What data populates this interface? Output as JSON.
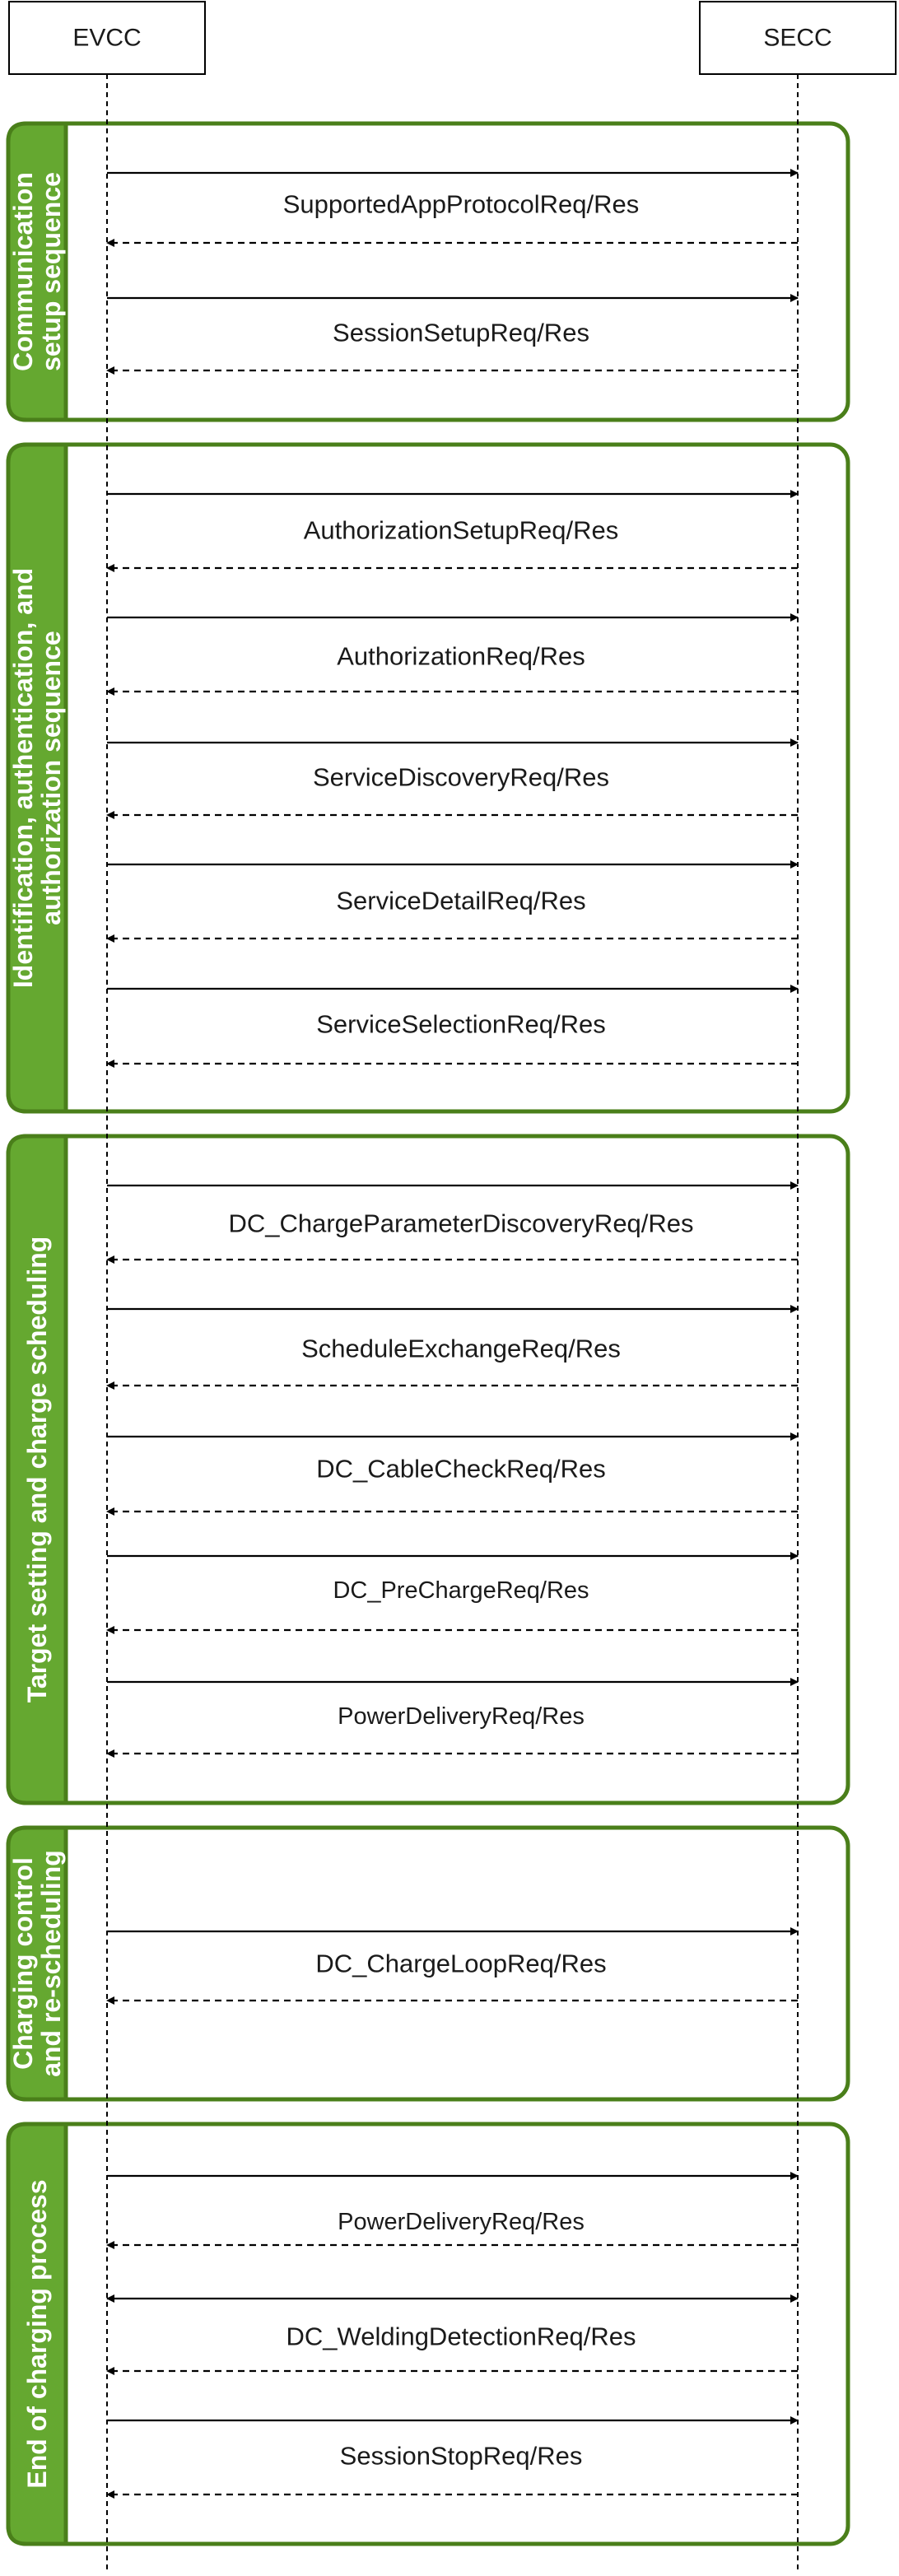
{
  "participants": {
    "evcc": "EVCC",
    "secc": "SECC"
  },
  "colors": {
    "phase_border": "#4a7f1a",
    "phase_header": "#65a830",
    "phase_header_text": "#ffffff",
    "line": "#000000",
    "text": "#1a1a1a"
  },
  "phases": [
    {
      "label_lines": [
        "Communication",
        "setup sequence"
      ],
      "messages": [
        "SupportedAppProtocolReq/Res",
        "SessionSetupReq/Res"
      ]
    },
    {
      "label_lines": [
        "Identification, authentication, and",
        "authorization sequence"
      ],
      "messages": [
        "AuthorizationSetupReq/Res",
        "AuthorizationReq/Res",
        "ServiceDiscoveryReq/Res",
        "ServiceDetailReq/Res",
        "ServiceSelectionReq/Res"
      ]
    },
    {
      "label_lines": [
        "Target setting and charge scheduling"
      ],
      "messages": [
        "DC_ChargeParameterDiscoveryReq/Res",
        "ScheduleExchangeReq/Res",
        "DC_CableCheckReq/Res",
        "DC_PreChargeReq/Res",
        "PowerDeliveryReq/Res"
      ]
    },
    {
      "label_lines": [
        "Charging control",
        "and re-scheduling"
      ],
      "messages": [
        "DC_ChargeLoopReq/Res"
      ]
    },
    {
      "label_lines": [
        "End of charging process"
      ],
      "messages": [
        "PowerDeliveryReq/Res",
        "DC_WeldingDetectionReq/Res",
        "SessionStopReq/Res"
      ]
    }
  ]
}
